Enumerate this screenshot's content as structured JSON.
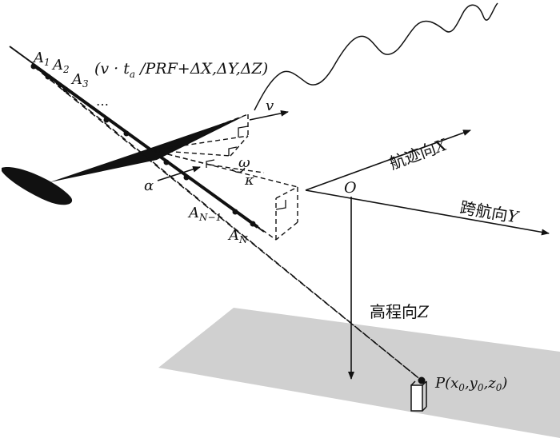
{
  "labels": {
    "A1": "A",
    "A1_sub": "1",
    "A2": "A",
    "A2_sub": "2",
    "A3": "A",
    "A3_sub": "3",
    "dots": "…",
    "position_formula": "(v · t",
    "position_formula_sub": "a",
    "position_formula_rest": " /PRF+ΔX,ΔY,ΔZ)",
    "velocity": "v",
    "omega": "ω",
    "kappa": "κ",
    "alpha": "α",
    "AN1": "A",
    "AN1_sub": "N−1",
    "AN": "A",
    "AN_sub": "N",
    "origin": "O",
    "axis_x": "航迹向",
    "axis_x_var": "X",
    "axis_y": "跨航向",
    "axis_y_var": "Y",
    "axis_z": "高程向",
    "axis_z_var": "Z",
    "target": "P(x",
    "target_sub0": "0",
    "target_y": ",y",
    "target_sub1": "0",
    "target_z": ",z",
    "target_sub2": "0",
    "target_close": ")"
  },
  "colors": {
    "ink": "#111111",
    "ground": "#d0d0d0"
  }
}
